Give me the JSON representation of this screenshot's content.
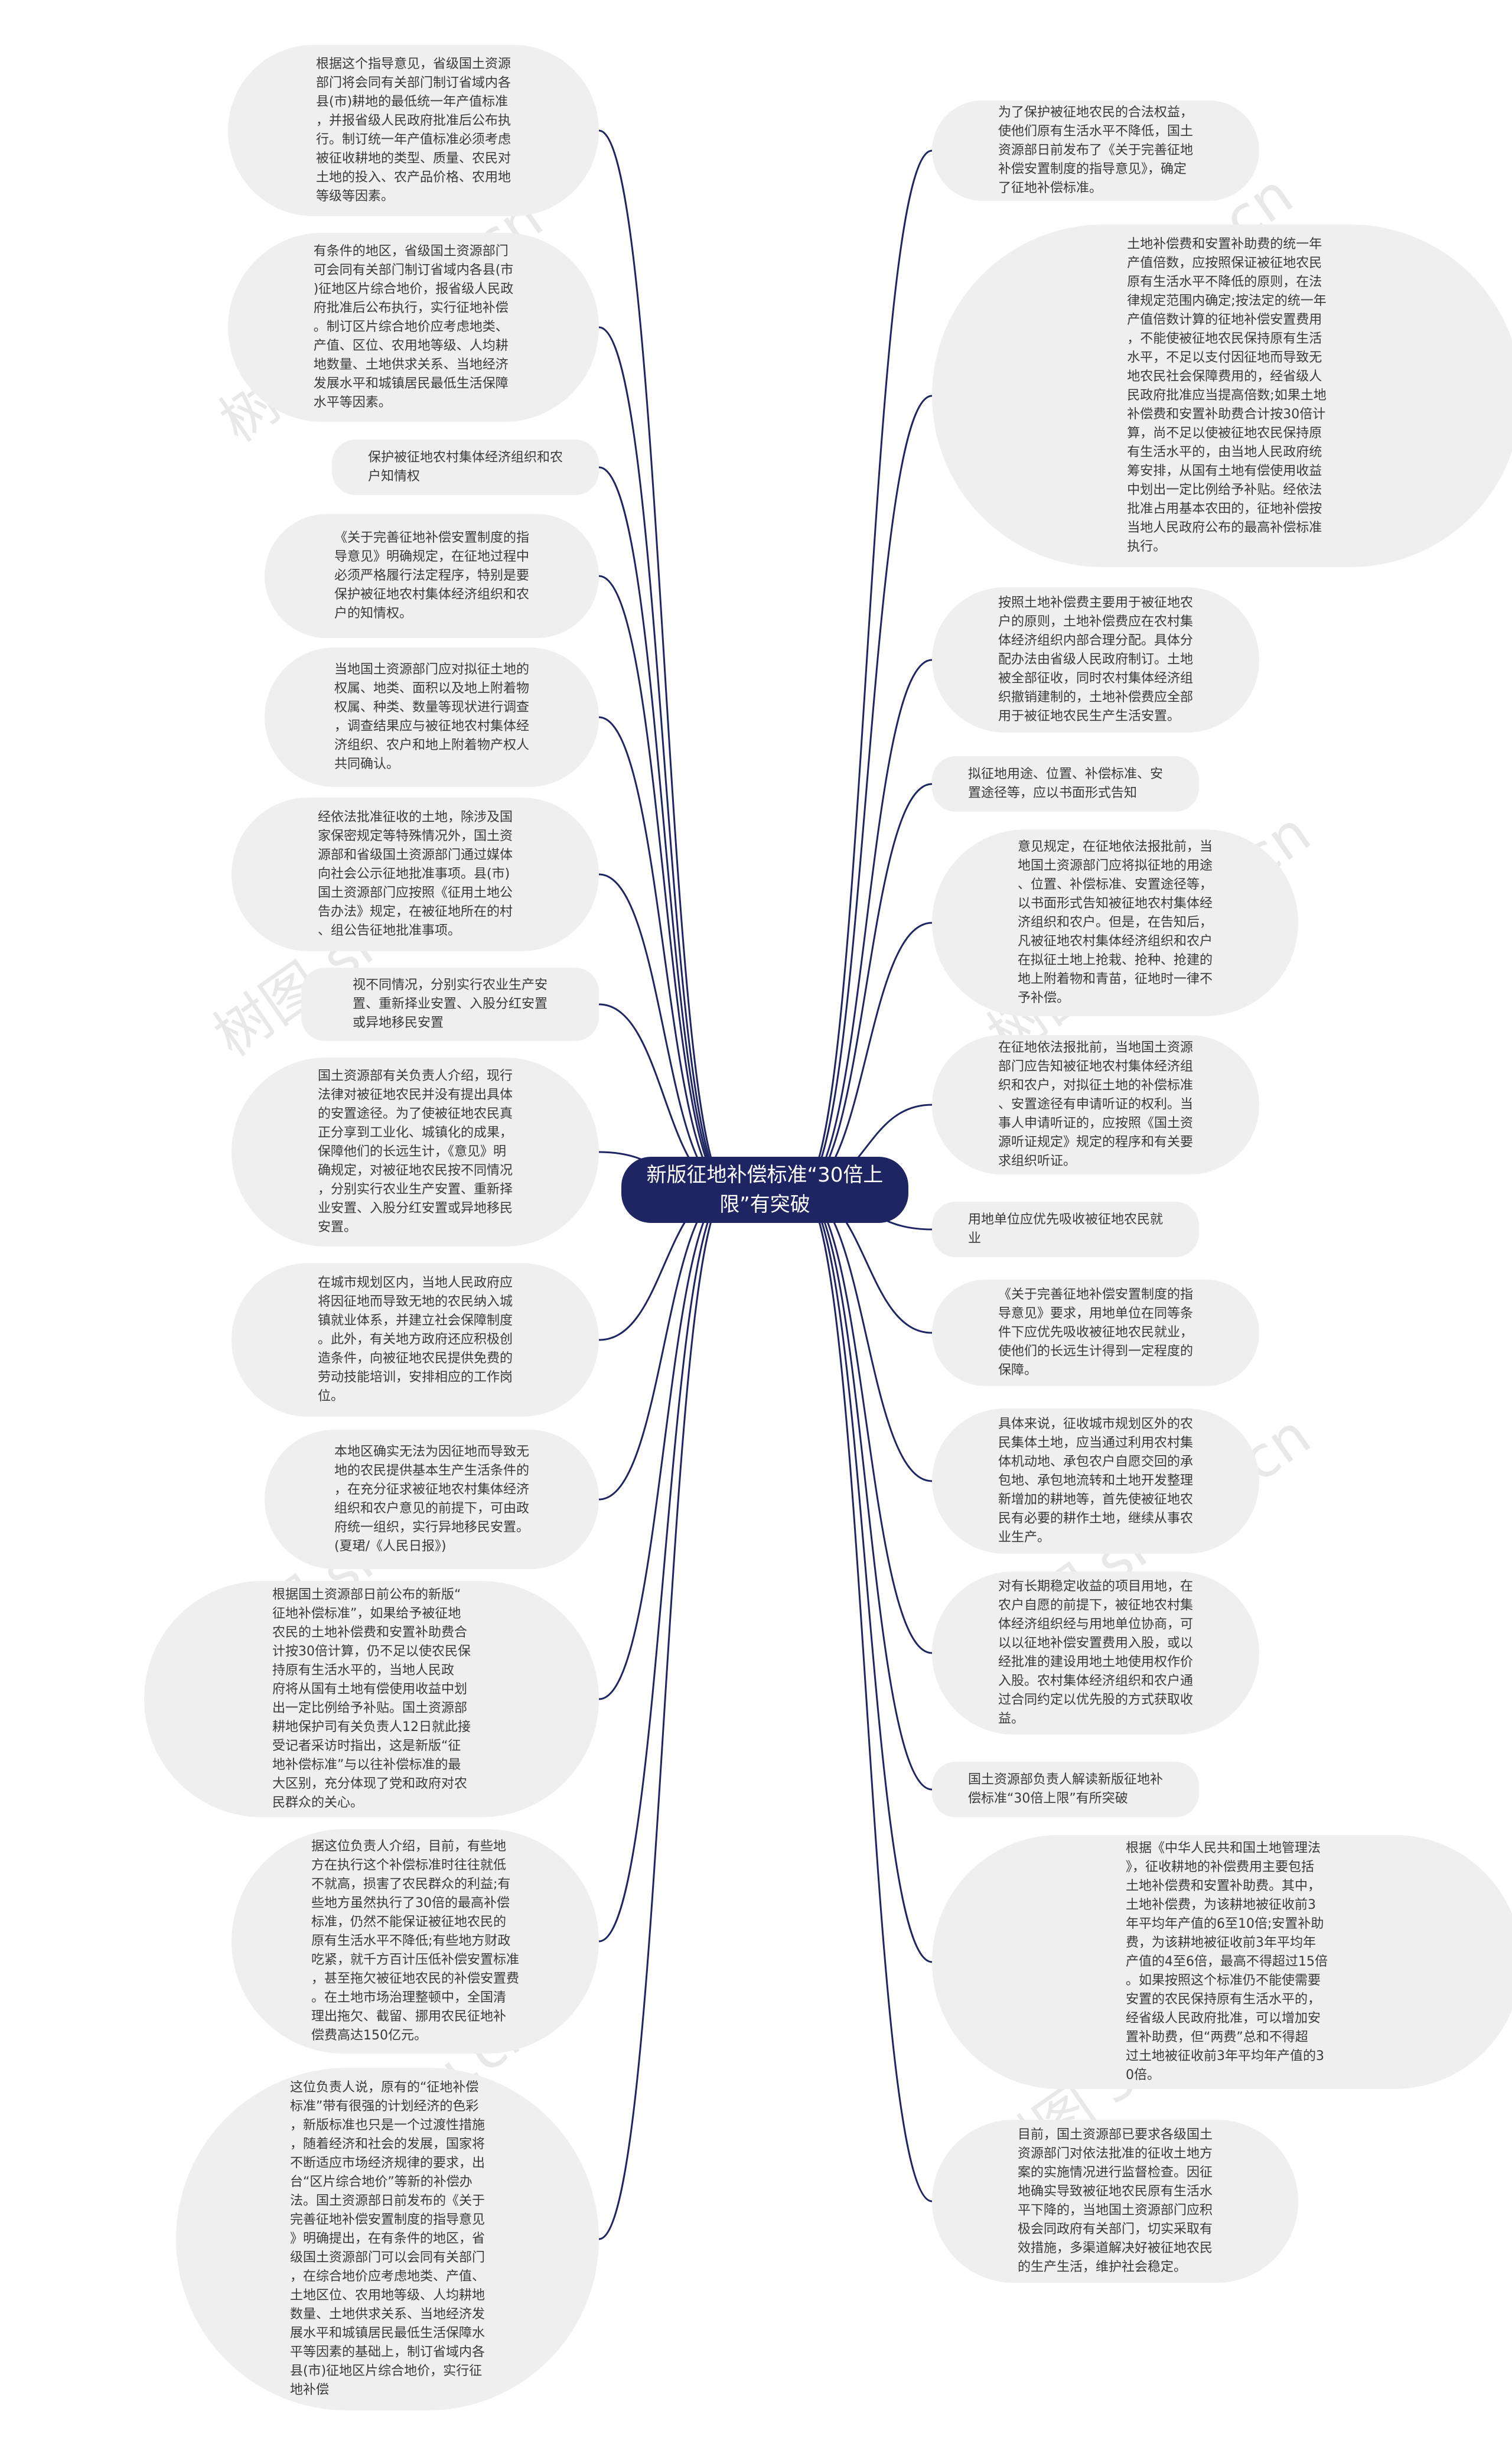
{
  "root": {
    "title": "新版征地补偿标准“30倍上限”有突破"
  },
  "watermark": "树图 shutu.cn",
  "colors": {
    "root_bg": "#1f2563",
    "edge": "#1f2563",
    "node_bg": "#efefef",
    "text": "#3a3a3a"
  },
  "left_nodes": [
    {
      "text": "根据这个指导意见，省级国土资源\n部门将会同有关部门制订省域内各\n县(市)耕地的最低统一年产值标准\n，并报省级人民政府批准后公布执\n行。制订统一年产值标准必须考虑\n被征收耕地的类型、质量、农民对\n土地的投入、农产品价格、农用地\n等级等因素。"
    },
    {
      "text": "有条件的地区，省级国土资源部门\n可会同有关部门制订省域内各县(市\n)征地区片综合地价，报省级人民政\n府批准后公布执行，实行征地补偿\n。制订区片综合地价应考虑地类、\n产值、区位、农用地等级、人均耕\n地数量、土地供求关系、当地经济\n发展水平和城镇居民最低生活保障\n水平等因素。"
    },
    {
      "text": "保护被征地农村集体经济组织和农\n户知情权"
    },
    {
      "text": "《关于完善征地补偿安置制度的指\n导意见》明确规定，在征地过程中\n必须严格履行法定程序，特别是要\n保护被征地农村集体经济组织和农\n户的知情权。"
    },
    {
      "text": "当地国土资源部门应对拟征土地的\n权属、地类、面积以及地上附着物\n权属、种类、数量等现状进行调查\n，调查结果应与被征地农村集体经\n济组织、农户和地上附着物产权人\n共同确认。"
    },
    {
      "text": "经依法批准征收的土地，除涉及国\n家保密规定等特殊情况外，国土资\n源部和省级国土资源部门通过媒体\n向社会公示征地批准事项。县(市)\n国土资源部门应按照《征用土地公\n告办法》规定，在被征地所在的村\n、组公告征地批准事项。"
    },
    {
      "text": "视不同情况，分别实行农业生产安\n置、重新择业安置、入股分红安置\n或异地移民安置"
    },
    {
      "text": "国土资源部有关负责人介绍，现行\n法律对被征地农民并没有提出具体\n的安置途径。为了使被征地农民真\n正分享到工业化、城镇化的成果，\n保障他们的长远生计，《意见》明\n确规定，对被征地农民按不同情况\n，分别实行农业生产安置、重新择\n业安置、入股分红安置或异地移民\n安置。"
    },
    {
      "text": "在城市规划区内，当地人民政府应\n将因征地而导致无地的农民纳入城\n镇就业体系，并建立社会保障制度\n。此外，有关地方政府还应积极创\n造条件，向被征地农民提供免费的\n劳动技能培训，安排相应的工作岗\n位。"
    },
    {
      "text": "本地区确实无法为因征地而导致无\n地的农民提供基本生产生活条件的\n，在充分征求被征地农村集体经济\n组织和农户意见的前提下，可由政\n府统一组织，实行异地移民安置。\n(夏珺/《人民日报》)"
    },
    {
      "text": "根据国土资源部日前公布的新版“\n征地补偿标准”，如果给予被征地\n农民的土地补偿费和安置补助费合\n计按30倍计算，仍不足以使农民保\n持原有生活水平的，当地人民政\n府将从国有土地有偿使用收益中划\n出一定比例给予补贴。国土资源部\n耕地保护司有关负责人12日就此接\n受记者采访时指出，这是新版“征\n地补偿标准”与以往补偿标准的最\n大区别，充分体现了党和政府对农\n民群众的关心。"
    },
    {
      "text": "据这位负责人介绍，目前，有些地\n方在执行这个补偿标准时往往就低\n不就高，损害了农民群众的利益;有\n些地方虽然执行了30倍的最高补偿\n标准，仍然不能保证被征地农民的\n原有生活水平不降低;有些地方财政\n吃紧，就千方百计压低补偿安置标准\n，甚至拖欠被征地农民的补偿安置费\n。在土地市场治理整顿中，全国清\n理出拖欠、截留、挪用农民征地补\n偿费高达150亿元。"
    },
    {
      "text": "这位负责人说，原有的“征地补偿\n标准”带有很强的计划经济的色彩\n，新版标准也只是一个过渡性措施\n，随着经济和社会的发展，国家将\n不断适应市场经济规律的要求，出\n台“区片综合地价”等新的补偿办\n法。国土资源部日前发布的《关于\n完善征地补偿安置制度的指导意见\n》明确提出，在有条件的地区，省\n级国土资源部门可以会同有关部门\n，在综合地价应考虑地类、产值、\n土地区位、农用地等级、人均耕地\n数量、土地供求关系、当地经济发\n展水平和城镇居民最低生活保障水\n平等因素的基础上，制订省域内各\n县(市)征地区片综合地价，实行征\n地补偿"
    }
  ],
  "right_nodes": [
    {
      "text": "为了保护被征地农民的合法权益，\n使他们原有生活水平不降低，国土\n资源部日前发布了《关于完善征地\n补偿安置制度的指导意见》，确定\n了征地补偿标准。"
    },
    {
      "text": "土地补偿费和安置补助费的统一年\n产值倍数，应按照保证被征地农民\n原有生活水平不降低的原则，在法\n律规定范围内确定;按法定的统一年\n产值倍数计算的征地补偿安置费用\n，不能使被征地农民保持原有生活\n水平，不足以支付因征地而导致无\n地农民社会保障费用的，经省级人\n民政府批准应当提高倍数;如果土地\n补偿费和安置补助费合计按30倍计\n算，尚不足以使被征地农民保持原\n有生活水平的，由当地人民政府统\n筹安排，从国有土地有偿使用收益\n中划出一定比例给予补贴。经依法\n批准占用基本农田的，征地补偿按\n当地人民政府公布的最高补偿标准\n执行。"
    },
    {
      "text": "按照土地补偿费主要用于被征地农\n户的原则，土地补偿费应在农村集\n体经济组织内部合理分配。具体分\n配办法由省级人民政府制订。土地\n被全部征收，同时农村集体经济组\n织撤销建制的，土地补偿费应全部\n用于被征地农民生产生活安置。"
    },
    {
      "text": "拟征地用途、位置、补偿标准、安\n置途径等，应以书面形式告知"
    },
    {
      "text": "意见规定，在征地依法报批前，当\n地国土资源部门应将拟征地的用途\n、位置、补偿标准、安置途径等，\n以书面形式告知被征地农村集体经\n济组织和农户。但是，在告知后，\n凡被征地农村集体经济组织和农户\n在拟征土地上抢栽、抢种、抢建的\n地上附着物和青苗，征地时一律不\n予补偿。"
    },
    {
      "text": "在征地依法报批前，当地国土资源\n部门应告知被征地农村集体经济组\n织和农户，对拟征土地的补偿标准\n、安置途径有申请听证的权利。当\n事人申请听证的，应按照《国土资\n源听证规定》规定的程序和有关要\n求组织听证。"
    },
    {
      "text": "用地单位应优先吸收被征地农民就\n业"
    },
    {
      "text": "《关于完善征地补偿安置制度的指\n导意见》要求，用地单位在同等条\n件下应优先吸收被征地农民就业，\n使他们的长远生计得到一定程度的\n保障。"
    },
    {
      "text": "具体来说，征收城市规划区外的农\n民集体土地，应当通过利用农村集\n体机动地、承包农户自愿交回的承\n包地、承包地流转和土地开发整理\n新增加的耕地等，首先使被征地农\n民有必要的耕作土地，继续从事农\n业生产。"
    },
    {
      "text": "对有长期稳定收益的项目用地，在\n农户自愿的前提下，被征地农村集\n体经济组织经与用地单位协商，可\n以以征地补偿安置费用入股，或以\n经批准的建设用地土地使用权作价\n入股。农村集体经济组织和农户通\n过合同约定以优先股的方式获取收\n益。"
    },
    {
      "text": "国土资源部负责人解读新版征地补\n偿标准“30倍上限”有所突破"
    },
    {
      "text": "根据《中华人民共和国土地管理法\n》，征收耕地的补偿费用主要包括\n土地补偿费和安置补助费。其中，\n土地补偿费，为该耕地被征收前3\n年平均年产值的6至10倍;安置补助\n费，为该耕地被征收前3年平均年\n产值的4至6倍，最高不得超过15倍\n。如果按照这个标准仍不能使需要\n安置的农民保持原有生活水平的，\n经省级人民政府批准，可以增加安\n置补助费，但“两费”总和不得超\n过土地被征收前3年平均年产值的3\n0倍。"
    },
    {
      "text": "目前，国土资源部已要求各级国土\n资源部门对依法批准的征收土地方\n案的实施情况进行监督检查。因征\n地确实导致被征地农民原有生活水\n平下降的，当地国土资源部门应积\n极会同政府有关部门，切实采取有\n效措施，多渠道解决好被征地农民\n的生产生活，维护社会稳定。"
    }
  ]
}
